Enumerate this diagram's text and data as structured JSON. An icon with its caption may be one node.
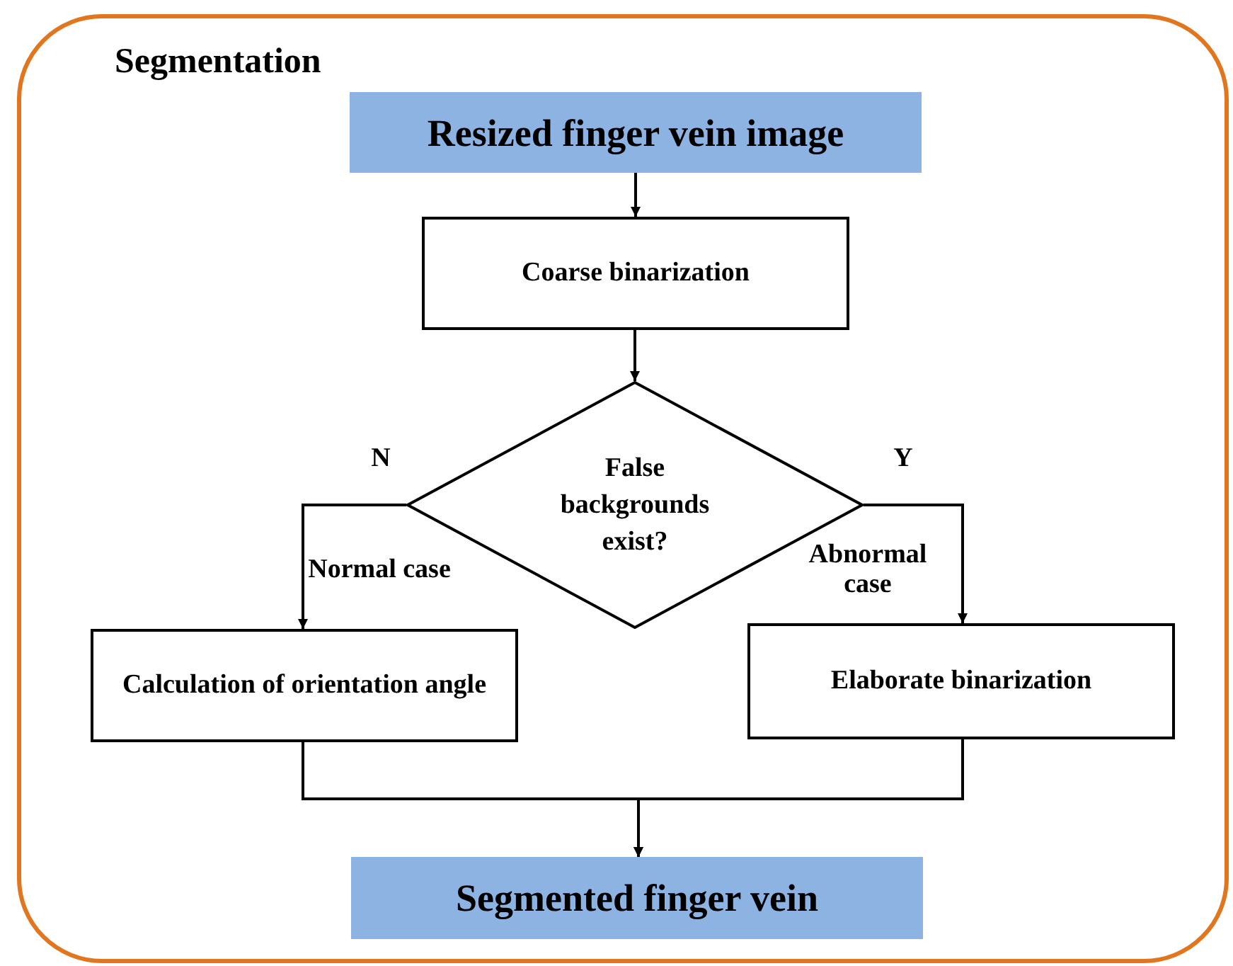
{
  "diagram": {
    "nodes": [
      {
        "text": [
          "Segmentation"
        ]
      },
      {
        "text": [
          "Resized finger vein image"
        ],
        "in": 0
      },
      {
        "text": [
          "Coarse binarization"
        ],
        "in": 0
      },
      {
        "text": [
          "False backgrounds exist?"
        ],
        "in": 0
      },
      {
        "text": [
          "Calculation of orientation angle"
        ],
        "in": 0
      },
      {
        "text": [
          "Elaborate binarization"
        ],
        "in": 0
      },
      {
        "text": [
          "Segmented finger vein"
        ],
        "in": 0
      }
    ],
    "edges": [
      {
        "from": 1,
        "to": 2,
        "arrow": "to"
      },
      {
        "from": 2,
        "to": 3,
        "arrow": "to"
      },
      {
        "from": 3,
        "to": 4,
        "arrow": "to",
        "label": "N"
      },
      {
        "from": 3,
        "to": 5,
        "arrow": "to",
        "label": "Y"
      },
      {
        "from": 4,
        "to": 6,
        "arrow": "to"
      },
      {
        "from": 5,
        "to": 6,
        "arrow": "to"
      }
    ],
    "labels": [
      "Normal case",
      "Abnormal case"
    ]
  }
}
